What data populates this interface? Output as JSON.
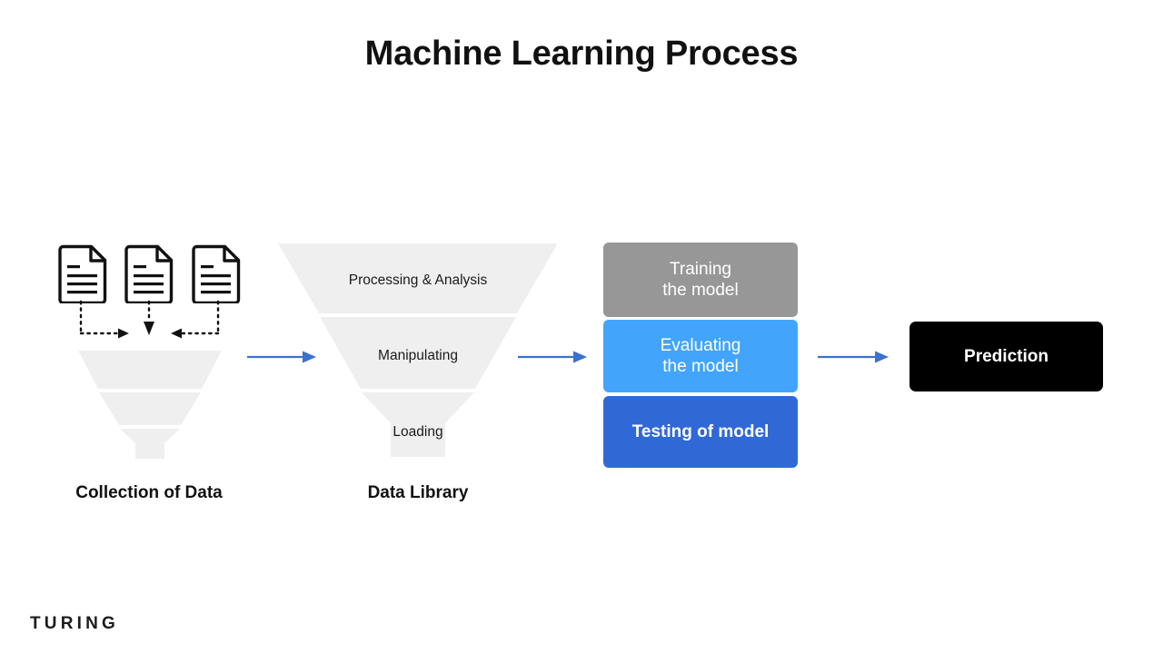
{
  "page": {
    "title": "Machine Learning Process",
    "background_color": "#ffffff",
    "brand": "TURING"
  },
  "colors": {
    "funnel_fill": "#efefef",
    "arrow_blue": "#3a72cf",
    "training_gray": "#979797",
    "evaluating_blue": "#42a5fb",
    "testing_blue": "#3069d6",
    "prediction_black": "#000000",
    "text_dark": "#111111",
    "text_light": "#ffffff",
    "doc_outline": "#111111"
  },
  "collection": {
    "caption": "Collection of Data",
    "documents": [
      {
        "name": "document-1"
      },
      {
        "name": "document-2"
      },
      {
        "name": "document-3"
      }
    ],
    "connectors": [
      {
        "name": "dotted-connector-left",
        "direction": "right"
      },
      {
        "name": "dotted-connector-middle",
        "direction": "down"
      },
      {
        "name": "dotted-connector-right",
        "direction": "left"
      }
    ],
    "funnel_segments": [
      "",
      "",
      ""
    ]
  },
  "data_library": {
    "caption": "Data Library",
    "funnel_segments": [
      {
        "label": "Processing & Analysis"
      },
      {
        "label": "Manipulating"
      },
      {
        "label": "Loading"
      }
    ]
  },
  "model_stages": [
    {
      "name": "training",
      "line1": "Training",
      "line2": "the model",
      "color": "#979797",
      "bold": false
    },
    {
      "name": "evaluating",
      "line1": "Evaluating",
      "line2": "the model",
      "color": "#42a5fb",
      "bold": false
    },
    {
      "name": "testing",
      "line1": "Testing of model",
      "line2": "",
      "color": "#3069d6",
      "bold": true
    }
  ],
  "prediction": {
    "label": "Prediction"
  },
  "arrows": [
    {
      "name": "arrow-collection-to-library"
    },
    {
      "name": "arrow-library-to-stages"
    },
    {
      "name": "arrow-stages-to-prediction"
    }
  ]
}
